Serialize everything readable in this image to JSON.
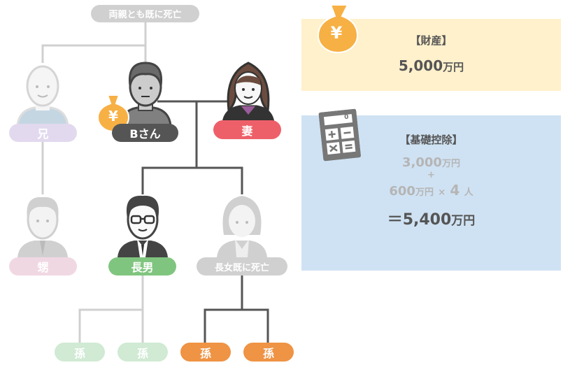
{
  "tree": {
    "parents_label": "両親とも既に死亡",
    "brother_label": "兄",
    "b_label": "Bさん",
    "wife_label": "妻",
    "nephew_label": "甥",
    "eldest_son_label": "長男",
    "eldest_daughter_label": "長女既に死亡",
    "grandchildren": [
      {
        "label": "孫",
        "status": "excluded"
      },
      {
        "label": "孫",
        "status": "excluded"
      },
      {
        "label": "孫",
        "status": "heir"
      },
      {
        "label": "孫",
        "status": "heir"
      }
    ],
    "yen_symbol": "¥"
  },
  "assets": {
    "title": "【財産】",
    "amount": "5,000",
    "unit": "万円",
    "icon": "money-bag-icon"
  },
  "deduction": {
    "title": "【基礎控除】",
    "base_amount": "3,000",
    "base_unit": "万円",
    "plus": "+",
    "per_person": "600",
    "per_unit": "万円",
    "times": "×",
    "count": "4",
    "count_unit": "人",
    "equals": "＝",
    "total": "5,400",
    "total_unit": "万円",
    "calc_display": "0",
    "icon": "calculator-icon"
  },
  "colors": {
    "gray_pill": "#d0d0d0",
    "brother": "#e2d9ef",
    "b": "#555555",
    "wife": "#ee6069",
    "nephew": "#f0d8e3",
    "son": "#80c57f",
    "grand_light": "#d0ead3",
    "grand_orange": "#ef9344",
    "assets_bg": "#fff1cc",
    "deduction_bg": "#cfe2f3"
  }
}
